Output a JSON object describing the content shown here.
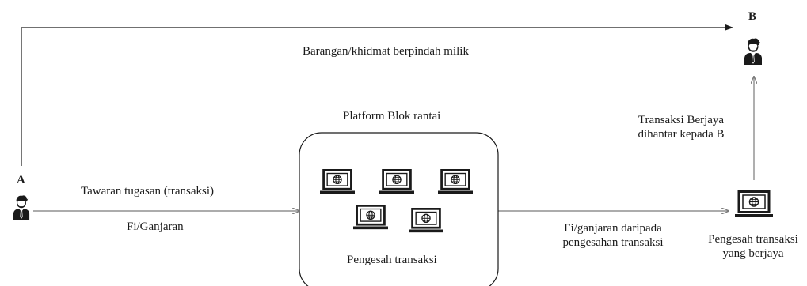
{
  "actors": {
    "a": {
      "label": "A",
      "icon": "person-icon"
    },
    "b": {
      "label": "B",
      "icon": "person-icon"
    }
  },
  "labels": {
    "ownership_transfer": "Barangan/khidmat berpindah milik",
    "platform_title": "Platform Blok rantai",
    "offer_task": "Tawaran tugasan (transaksi)",
    "fee": "Fi/Ganjaran",
    "validators": "Pengesah transaksi",
    "fee_from_validation_line1": "Fi/ganjaran daripada",
    "fee_from_validation_line2": "pengesahan transaksi",
    "successful_validator_line1": "Pengesah transaksi",
    "successful_validator_line2": "yang berjaya",
    "tx_success_line1": "Transaksi Berjaya",
    "tx_success_line2": "dihantar kepada B"
  },
  "icons": {
    "laptop": "laptop-globe-icon",
    "person": "person-icon"
  },
  "colors": {
    "line": "#7a7a7a",
    "ink": "#1a1a1a"
  }
}
